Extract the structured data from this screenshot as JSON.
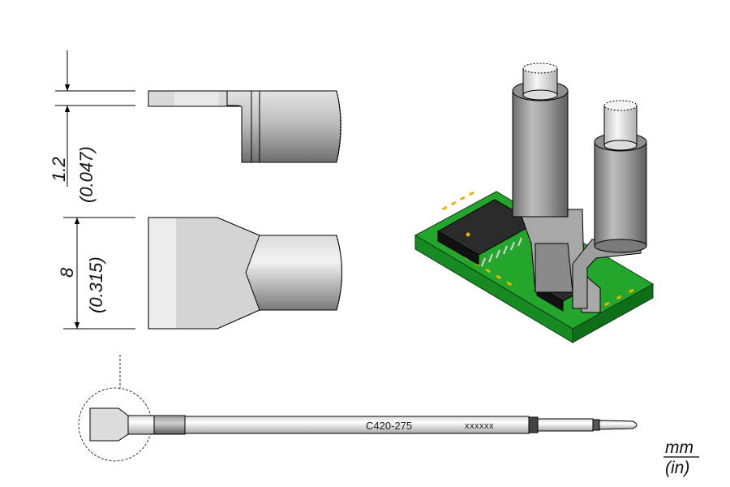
{
  "dimensions": {
    "thickness": {
      "mm": "1.2",
      "in": "(0.047)"
    },
    "width": {
      "mm": "8",
      "in": "(0.315)"
    }
  },
  "tip": {
    "part_number": "C420-275",
    "serial_mark": "xxxxxx"
  },
  "units": {
    "primary": "mm",
    "secondary": "(in)"
  },
  "colors": {
    "pcb_green": "#1f9a2a",
    "pad_gold": "#e6b400",
    "tip_gray": "#9a9a9a",
    "line": "#000000"
  }
}
